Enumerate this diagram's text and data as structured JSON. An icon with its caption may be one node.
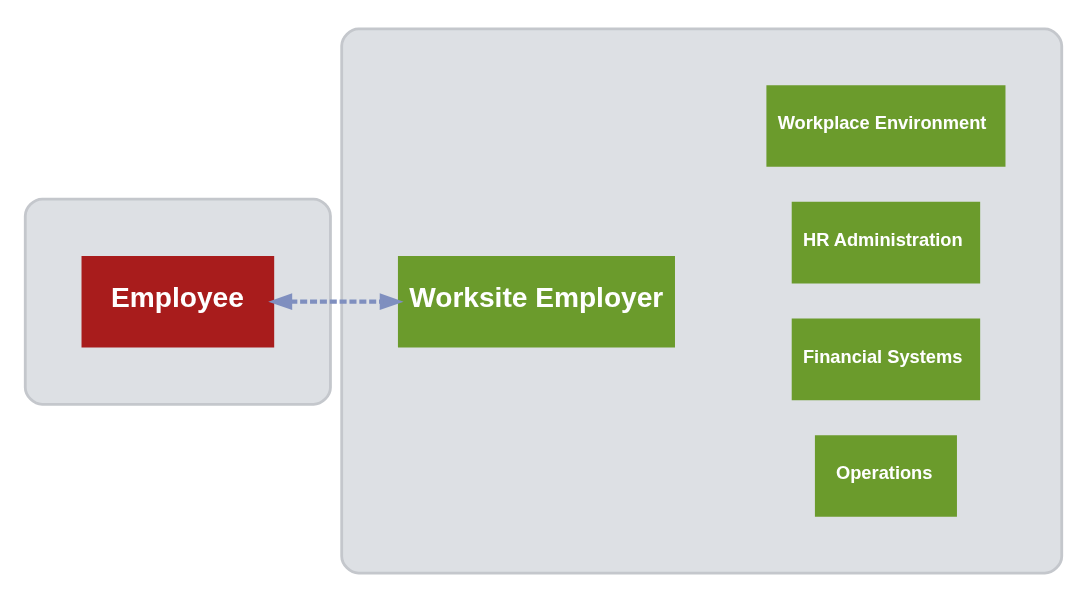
{
  "diagram": {
    "nodes": [
      {
        "text": [],
        "shape": "ellipse"
      },
      {
        "text": [
          "Employee"
        ],
        "in": 0
      },
      {
        "text": [],
        "shape": "ellipse"
      },
      {
        "text": [
          "Operations"
        ],
        "in": 2
      },
      {
        "text": [
          "Financial Systems"
        ],
        "in": 2
      },
      {
        "text": [
          "Worksite Employer"
        ],
        "in": 2
      },
      {
        "text": [
          "HR Administration"
        ],
        "in": 2
      },
      {
        "text": [
          "Workplace Environment"
        ],
        "in": 2
      }
    ],
    "edges": [
      {
        "from": 1,
        "to": 5,
        "arrow": "both",
        "style": "dashed",
        "color": "#7f8fbf"
      }
    ]
  }
}
